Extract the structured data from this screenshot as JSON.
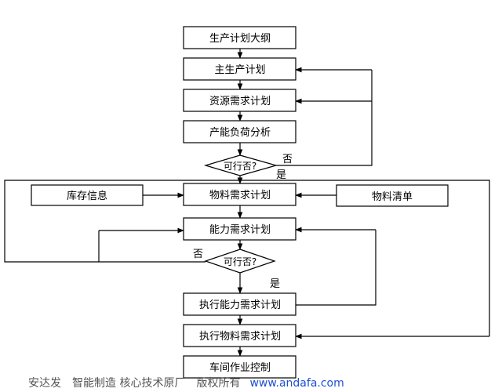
{
  "nodes": {
    "plan_outline": "生产计划大纲",
    "mps": "主生产计划",
    "rrp": "资源需求计划",
    "capacity_load": "产能负荷分析",
    "feasible_1": "可行否?",
    "mrp": "物料需求计划",
    "inventory": "库存信息",
    "bom": "物料清单",
    "crp": "能力需求计划",
    "feasible_2": "可行否?",
    "exec_capacity": "执行能力需求计划",
    "exec_material": "执行物料需求计划",
    "shop_floor": "车间作业控制"
  },
  "labels": {
    "no_1": "否",
    "yes_1": "是",
    "no_2": "否",
    "yes_2": "是"
  },
  "footer": {
    "company": "安达发",
    "slogan": "智能制造 核心技术原厂",
    "rights": "版权所有",
    "url": "www.andafa.com"
  }
}
